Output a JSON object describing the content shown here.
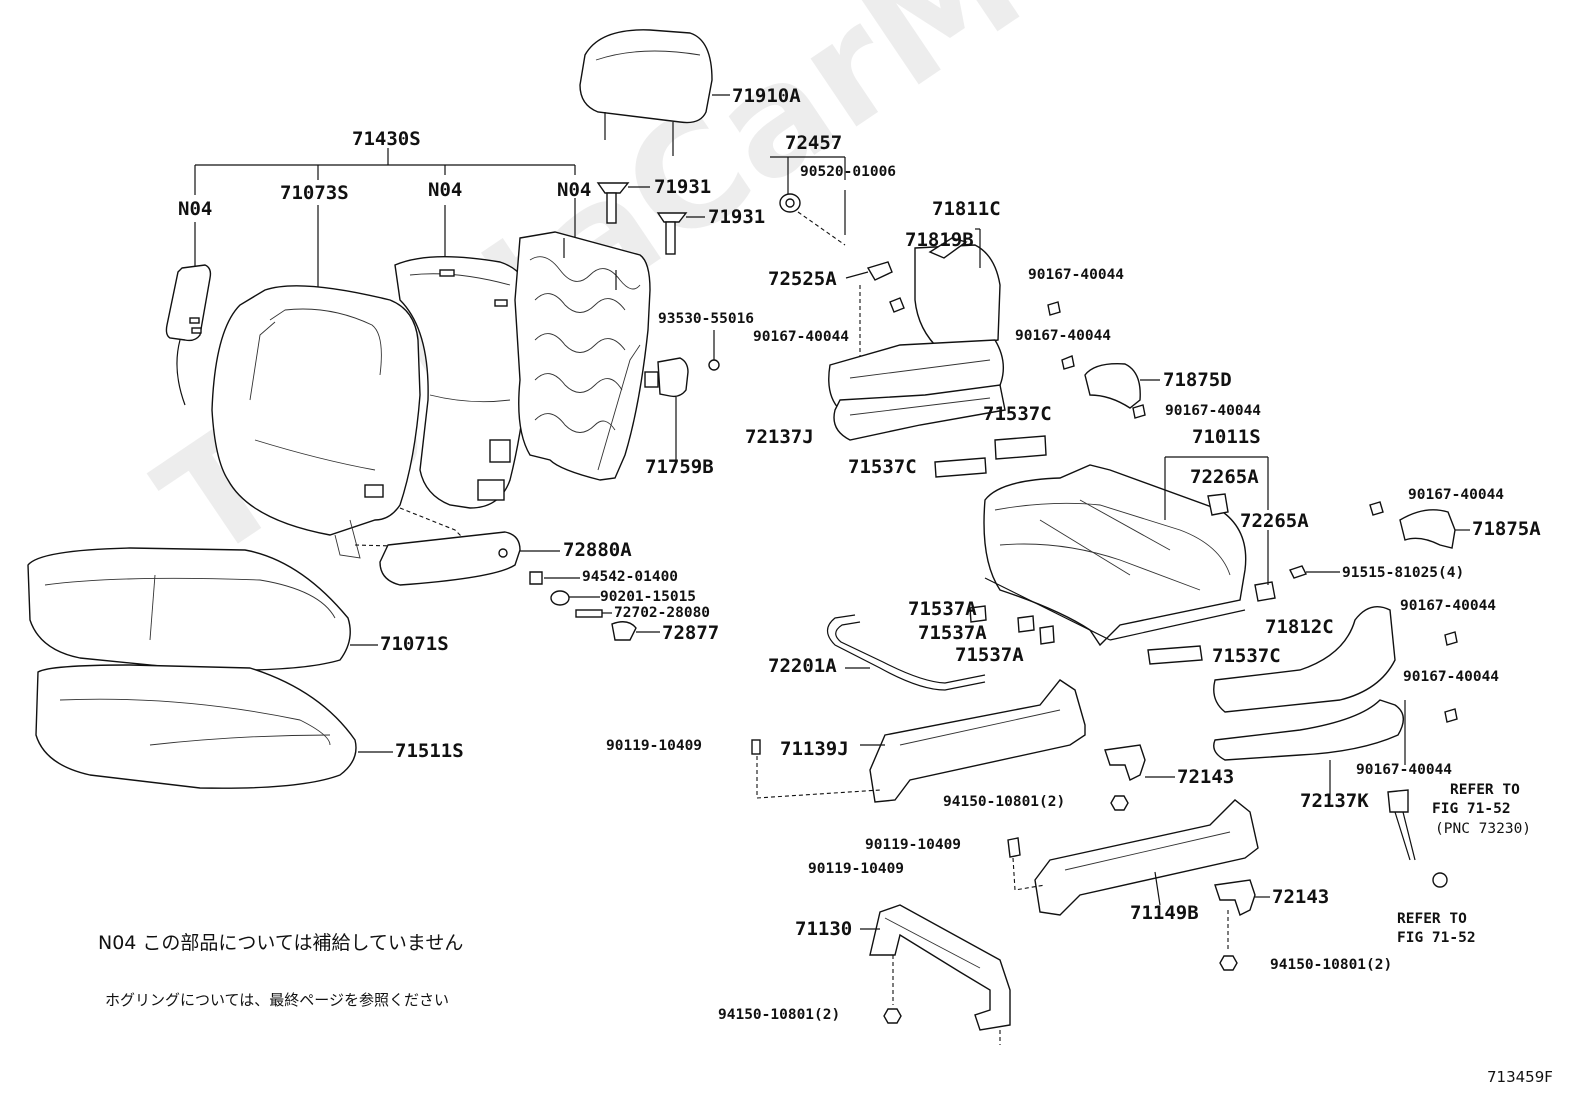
{
  "watermark": "ToyotaCarMe.ru",
  "diagram_id": "713459F",
  "notes": {
    "n04": "N04 この部品については補給していません",
    "hogring": "ホグリングについては、最終ページを参照ください"
  },
  "labels": {
    "p71910A": "71910A",
    "p71430S": "71430S",
    "n04_a": "N04",
    "p71073S": "71073S",
    "n04_b": "N04",
    "n04_c": "N04",
    "p71931_a": "71931",
    "p71931_b": "71931",
    "p93530": "93530-55016",
    "p71759B": "71759B",
    "p72880A": "72880A",
    "p94542": "94542-01400",
    "p90201": "90201-15015",
    "p72702": "72702-28080",
    "p72877": "72877",
    "p71071S": "71071S",
    "p71511S": "71511S",
    "p72457": "72457",
    "p90520": "90520-01006",
    "p71811C": "71811C",
    "p71819B": "71819B",
    "p72525A": "72525A",
    "p90167_a": "90167-40044",
    "p90167_b": "90167-40044",
    "p90167_c": "90167-40044",
    "p71875D": "71875D",
    "p90167_d": "90167-40044",
    "p72137J": "72137J",
    "p71537C_a": "71537C",
    "p71537C_b": "71537C",
    "p71011S": "71011S",
    "p72265A_a": "72265A",
    "p72265A_b": "72265A",
    "p90167_e": "90167-40044",
    "p71875A": "71875A",
    "p91515": "91515-81025(4)",
    "p71537A_a": "71537A",
    "p71537A_b": "71537A",
    "p71537A_c": "71537A",
    "p71537C_c": "71537C",
    "p71812C": "71812C",
    "p90167_f": "90167-40044",
    "p90167_g": "90167-40044",
    "p72201A": "72201A",
    "p90119_a": "90119-10409",
    "p71139J": "71139J",
    "p72143_a": "72143",
    "p94150_a": "94150-10801(2)",
    "p90167_h": "90167-40044",
    "p72137K": "72137K",
    "p90119_b": "90119-10409",
    "p90119_c": "90119-10409",
    "p71149B": "71149B",
    "p72143_b": "72143",
    "p71130": "71130",
    "p94150_b": "94150-10801(2)",
    "p94150_c": "94150-10801(2)",
    "refer_a_1": "REFER TO",
    "refer_a_2": "FIG 71-52",
    "refer_a_3": "(PNC 73230)",
    "refer_b_1": "REFER TO",
    "refer_b_2": "FIG 71-52"
  }
}
